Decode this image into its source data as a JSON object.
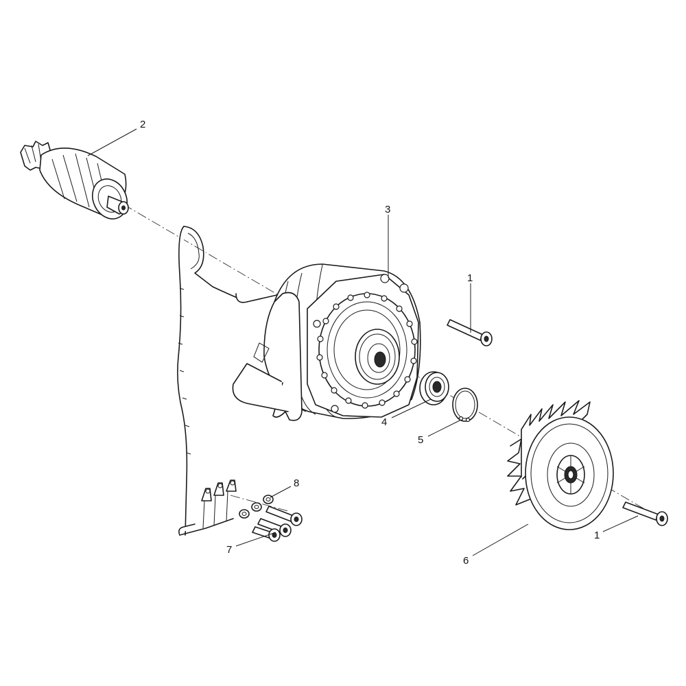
{
  "callouts": {
    "c2": "2",
    "c3": "3",
    "c1a": "1",
    "c4": "4",
    "c5": "5",
    "c8": "8",
    "c7": "7",
    "c1b": "1",
    "c6": "6"
  }
}
